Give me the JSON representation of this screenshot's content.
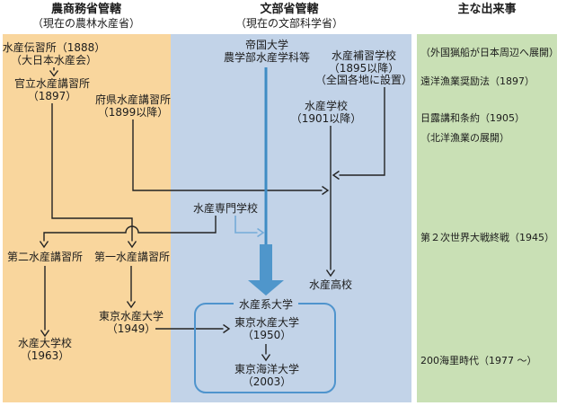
{
  "columns": {
    "agri": {
      "title": "農商務省管轄",
      "subtitle": "（現在の農林水産省）"
    },
    "edu": {
      "title": "文部省管轄",
      "subtitle": "（現在の文部科学省）"
    },
    "events": {
      "title": "主な出来事"
    }
  },
  "nodes": {
    "denshujo": "水産伝習所（1888）\n（大日本水産会）",
    "kanritsu": "官立水産講習所\n（1897）",
    "fuken": "府県水産講習所\n（1899以降）",
    "daini": "第二水産講習所",
    "daiichi": "第一水産講習所",
    "suisan_daigakko": "水産大学校\n（1963）",
    "tokyo_suisan_1949": "東京水産大学\n（1949）",
    "teikoku": "帝国大学\n農学部水産学科等",
    "hoshu": "水産補習学校\n（1895以降）\n（全国各地に設置）",
    "suisan_gakko": "水産学校\n（1901以降）",
    "senmon": "水産専門学校",
    "suisan_koko": "水産高校",
    "keidaigaku": "水産系大学",
    "tokyo_suisan_1950": "東京水産大学\n（1950）",
    "tokyo_kaiyo": "東京海洋大学\n（2003）"
  },
  "events": [
    "（外国猟船が日本周辺へ展開）",
    "遠洋漁業奨励法（1897）",
    "日露講和条約（1905）",
    "（北洋漁業の展開）",
    "第２次世界大戦終戦（1945）",
    "200海里時代（1977 ～）"
  ],
  "colors": {
    "agri_panel": "#f9d69d",
    "edu_panel": "#c2d3e8",
    "events_panel": "#c9e0b5",
    "flow_blue": "#4f96cb",
    "flow_blue_light": "#74abd8",
    "box_border": "#4f94cd",
    "line": "#232323"
  }
}
